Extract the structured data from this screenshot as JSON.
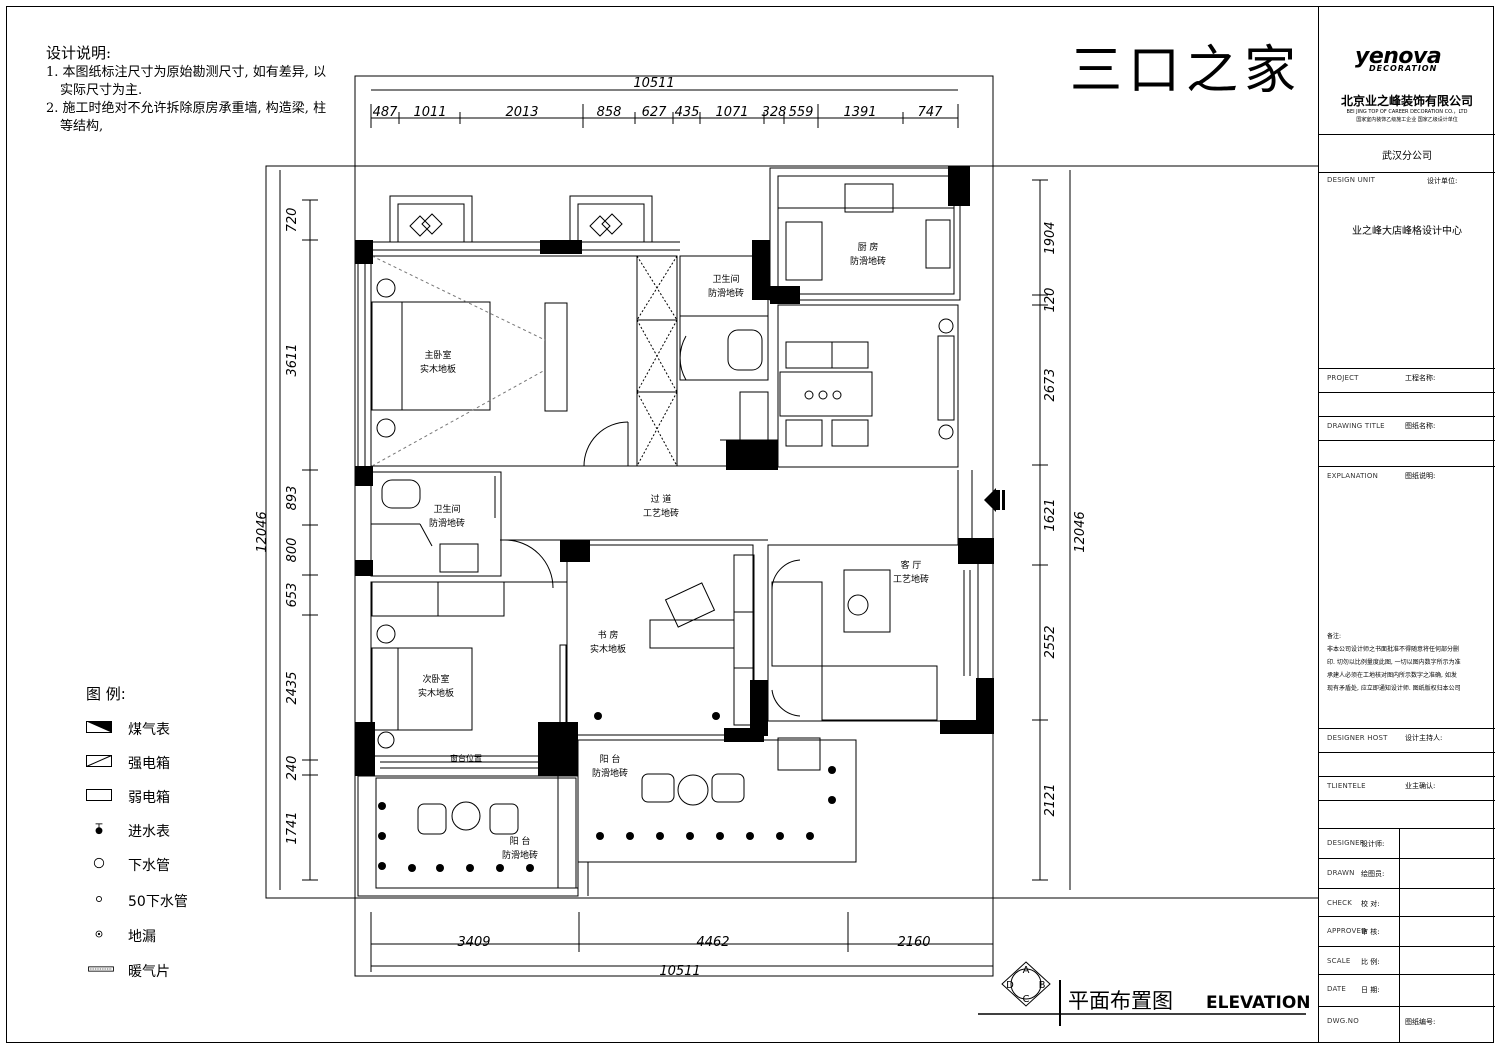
{
  "notes": {
    "heading": "设计说明:",
    "line1": "1. 本图纸标注尺寸为原始勘测尺寸, 如有差异, 以",
    "line1_cont": "实际尺寸为主.",
    "line2": "2. 施工时绝对不允许拆除原房承重墙, 构造梁, 柱",
    "line2_cont": "等结构,"
  },
  "title": "三口之家",
  "brand": {
    "logo": "yenova",
    "logo_sub": "DECORATION",
    "company": "北京业之峰装饰有限公司",
    "company_en": "BEI JING TOP OF CAREER DECORATION CO.，LTD",
    "qualification": "国家室内装饰乙级施工企业  国家乙级设计单位",
    "branch": "武汉分公司",
    "design_unit_en": "DESIGN UNIT",
    "design_unit_cn": "设计单位:",
    "design_center": "业之峰大店峰格设计中心"
  },
  "title_block": {
    "project_en": "PROJECT",
    "project_cn": "工程名称:",
    "drawing_en": "DRAWING TITLE",
    "drawing_cn": "图纸名称:",
    "explanation_en": "EXPLANATION",
    "explanation_cn": "图纸说明:",
    "remarks_title": "备注:",
    "remarks_1": "非本公司设计师之书面批准不得随意将任何部分删",
    "remarks_2": "印. 切勿以比例量度此图, 一切以图内数字所示为准",
    "remarks_3": "承建人必须在工地核对图内所示数字之准确, 如发",
    "remarks_4": "现有矛盾处, 应立即通知设计师. 图纸版权归本公司",
    "designer_host_en": "DESIGNER HOST",
    "designer_host_cn": "设计主持人:",
    "client_en": "TLIENTELE",
    "client_cn": "业主确认:",
    "designer_en": "DESIGNER",
    "designer_cn": "设计师:",
    "drawn_en": "DRAWN",
    "drawn_cn": "绘图员:",
    "check_en": "CHECK",
    "check_cn": "校  对:",
    "approved_en": "APPROVED",
    "approved_cn": "审  核:",
    "scale_en": "SCALE",
    "scale_cn": "比  例:",
    "date_en": "DATE",
    "date_cn": "日  期:",
    "dwgno_en": "DWG.NO",
    "dwgno_cn": "图纸编号:"
  },
  "legend": {
    "title": "图  例:",
    "items": [
      "煤气表",
      "强电箱",
      "弱电箱",
      "进水表",
      "下水管",
      "50下水管",
      "地漏",
      "暖气片"
    ]
  },
  "dims": {
    "top_total": "10511",
    "top": [
      "487",
      "1011",
      "2013",
      "858",
      "627",
      "435",
      "1071",
      "328",
      "559",
      "1391",
      "747"
    ],
    "bottom_total": "10511",
    "bottom": [
      "3409",
      "4462",
      "2160"
    ],
    "left_total": "12046",
    "left": [
      "720",
      "3611",
      "893",
      "800",
      "653",
      "2435",
      "240",
      "1741"
    ],
    "right_total": "12046",
    "right": [
      "1904",
      "120",
      "2673",
      "1621",
      "2552",
      "2121"
    ]
  },
  "rooms": {
    "master": "主卧室",
    "master_floor": "实木地板",
    "bath1": "卫生间",
    "bath1_floor": "防滑地砖",
    "kitchen": "厨  房",
    "kitchen_floor": "防滑地砖",
    "bath2": "卫生间",
    "bath2_floor": "防滑地砖",
    "corridor": "过  道",
    "corridor_floor": "工艺地砖",
    "living": "客  厅",
    "living_floor": "工艺地砖",
    "study": "书  房",
    "study_floor": "实木地板",
    "second": "次卧室",
    "second_floor": "实木地板",
    "balcony1": "阳  台",
    "balcony1_floor": "防滑地砖",
    "balcony2": "阳  台",
    "balcony2_floor": "防滑地砖",
    "window_pos": "窗台位置"
  },
  "plan_title": "平面布置图",
  "plan_title_en": "ELEVATION",
  "index_marks": [
    "A",
    "B",
    "C",
    "D"
  ]
}
